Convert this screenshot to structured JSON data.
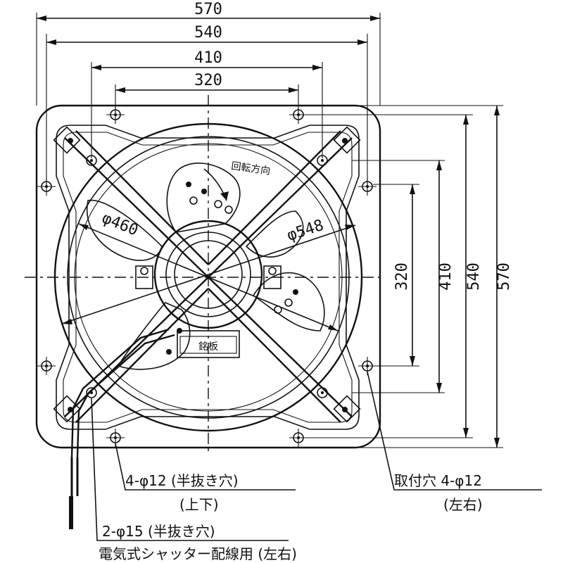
{
  "dimensions": {
    "top_570": "570",
    "top_540": "540",
    "top_410": "410",
    "top_320": "320",
    "right_570": "570",
    "right_540": "540",
    "right_410": "410",
    "right_320": "320",
    "dia_460": "φ460",
    "dia_548": "φ548"
  },
  "labels": {
    "rotation_direction": "回転方向",
    "nameplate": "銘板"
  },
  "notes": {
    "holes_updown": "4-φ12 (半抜き穴)",
    "holes_updown_sub": "(上下)",
    "mount_holes": "取付穴  4-φ12",
    "mount_holes_sub": "(左右)",
    "holes_15": "2-φ15 (半抜き穴)",
    "shutter_wiring": "電気式シャッター配線用 (左右)"
  }
}
